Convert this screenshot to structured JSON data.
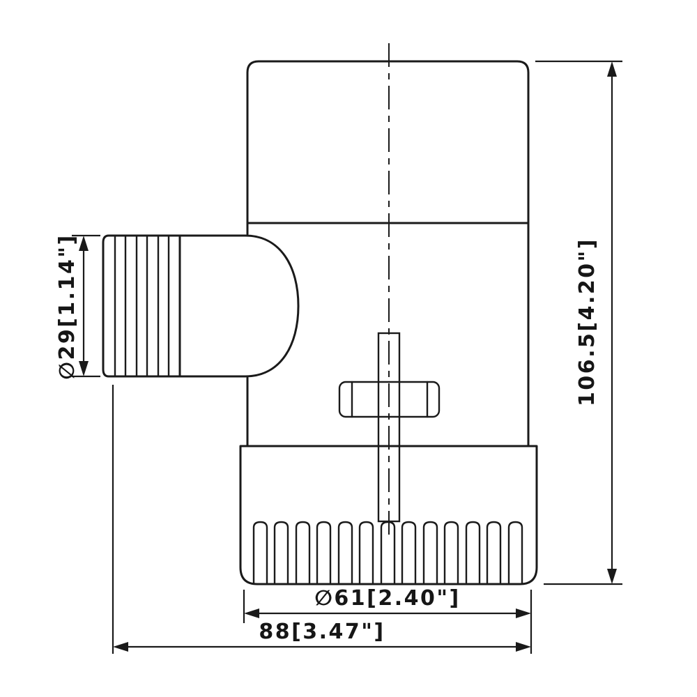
{
  "drawing": {
    "title": "bilge pump technical dimension drawing",
    "view": "side elevation",
    "labels": {
      "outlet_diameter": "∅29[1.14\"]",
      "overall_height": "106.5[4.20\"]",
      "base_diameter": "∅61[2.40\"]",
      "overall_width": "88[3.47\"]"
    },
    "colors": {
      "line": "#1a1a1a",
      "background": "#ffffff"
    }
  }
}
